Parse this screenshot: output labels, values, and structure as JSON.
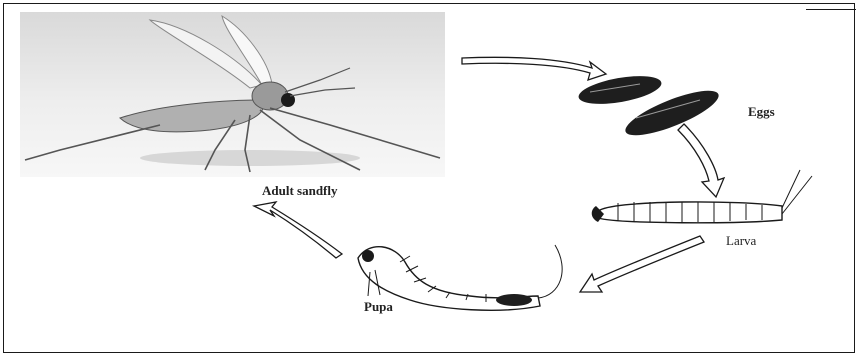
{
  "labels": {
    "adult": "Adult sandfly",
    "eggs": "Eggs",
    "larva": "Larva",
    "pupa": "Pupa"
  },
  "stages": [
    "Adult sandfly",
    "Eggs",
    "Larva",
    "Pupa"
  ],
  "colors": {
    "line": "#1a1a1a",
    "photo_bg": "#e9e9e9",
    "egg": "#1e1e1e",
    "arrow_fill": "#ffffff"
  },
  "icons": {
    "adult": "sandfly-illustration",
    "eggs": "eggs-illustration",
    "larva": "larva-illustration",
    "pupa": "pupa-illustration"
  }
}
